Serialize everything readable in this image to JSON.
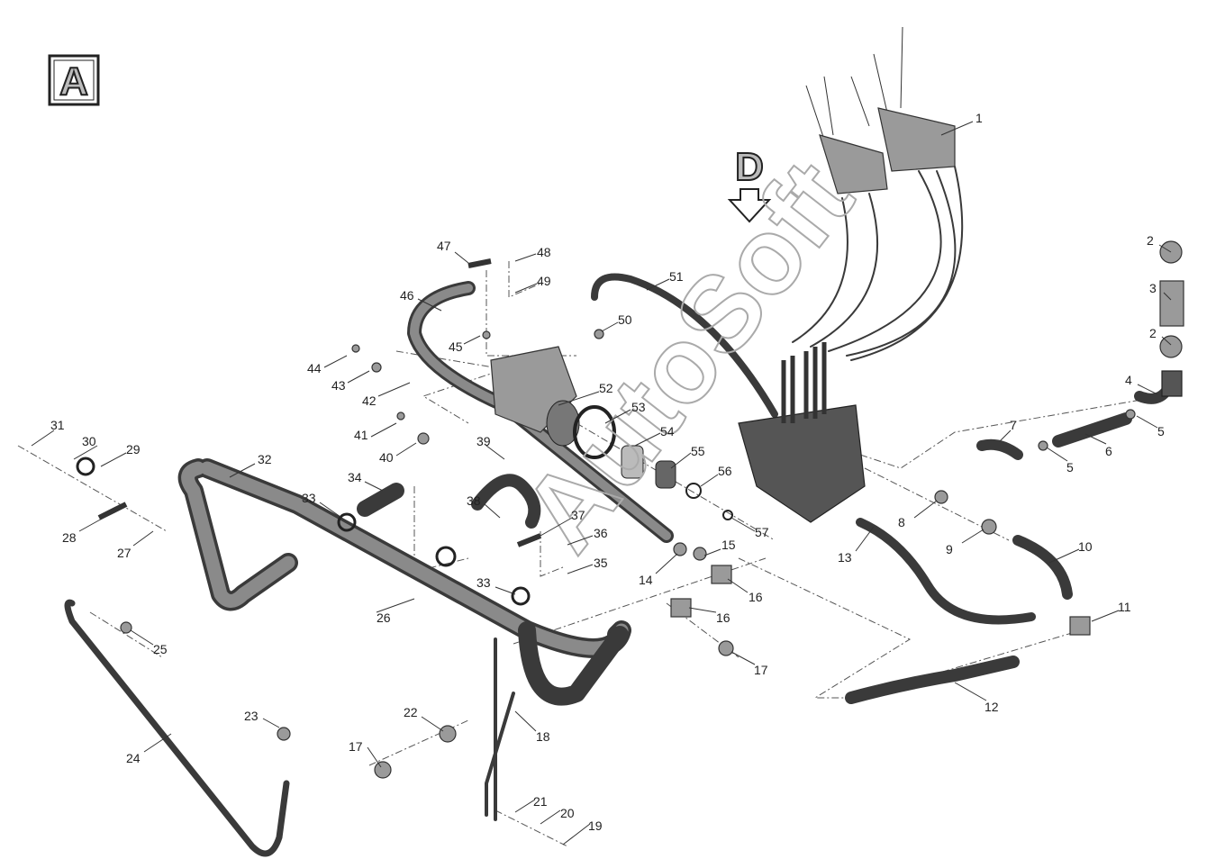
{
  "view_label": "A",
  "direction_label": "D",
  "watermark": "AutoSoft",
  "callouts": [
    "1",
    "2",
    "3",
    "2",
    "4",
    "5",
    "5",
    "6",
    "7",
    "8",
    "9",
    "10",
    "11",
    "12",
    "13",
    "14",
    "15",
    "16",
    "16",
    "17",
    "17",
    "18",
    "19",
    "20",
    "21",
    "22",
    "23",
    "24",
    "25",
    "26",
    "27",
    "28",
    "29",
    "30",
    "31",
    "32",
    "33",
    "33",
    "34",
    "35",
    "36",
    "37",
    "38",
    "39",
    "40",
    "41",
    "42",
    "43",
    "44",
    "45",
    "46",
    "47",
    "48",
    "49",
    "50",
    "51",
    "52",
    "53",
    "54",
    "55",
    "56",
    "57"
  ]
}
